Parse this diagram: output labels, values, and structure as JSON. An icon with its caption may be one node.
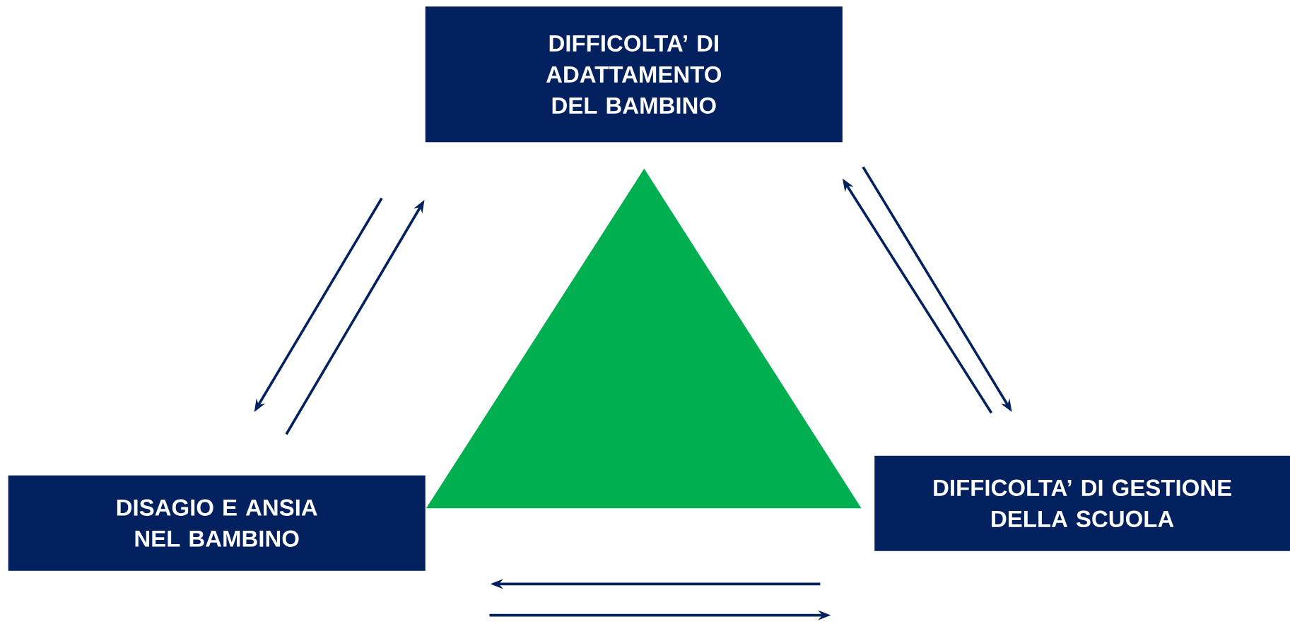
{
  "diagram": {
    "nodes": [
      {
        "text": [
          "DIFFICOLTA’ DI ADATTAMENTO DEL BAMBINO"
        ]
      },
      {
        "text": [
          "DISAGIO E ANSIA NEL BAMBINO"
        ]
      },
      {
        "text": [
          "DIFFICOLTA’ DI GESTIONE DELLA SCUOLA"
        ]
      }
    ],
    "edges": [
      {
        "from": 0,
        "to": 1,
        "arrow": "to"
      },
      {
        "from": 1,
        "to": 0,
        "arrow": "to"
      },
      {
        "from": 0,
        "to": 2,
        "arrow": "to"
      },
      {
        "from": 2,
        "to": 0,
        "arrow": "to"
      },
      {
        "from": 2,
        "to": 1,
        "arrow": "to"
      },
      {
        "from": 1,
        "to": 2,
        "arrow": "to"
      }
    ]
  }
}
